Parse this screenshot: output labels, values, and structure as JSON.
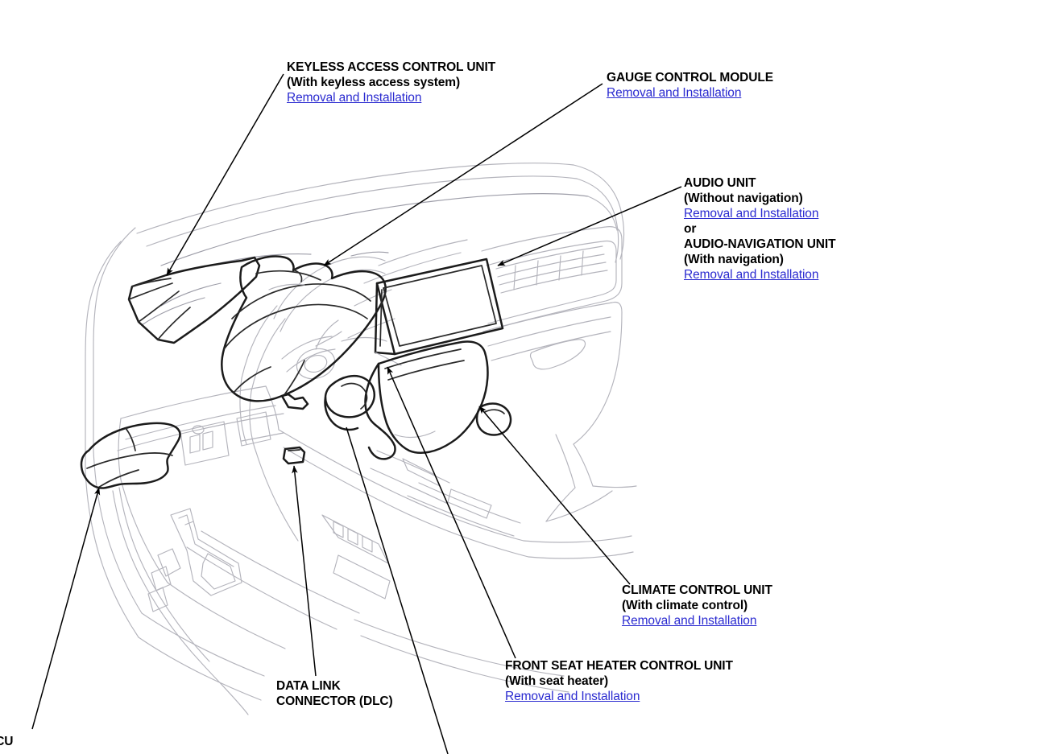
{
  "document": {
    "type": "service-manual-illustration",
    "subject": "Dashboard component locations"
  },
  "link_text": "Removal and Installation",
  "colors": {
    "text": "#000000",
    "link": "#2a2ad0",
    "outline_faint": "#b4b4bc",
    "outline_bold": "#1a1a1a",
    "background": "#ffffff"
  },
  "callouts": [
    {
      "id": "keyless-access-control-unit",
      "title": "KEYLESS ACCESS CONTROL UNIT",
      "sub": "(With keyless access system)",
      "link": "Removal and Installation",
      "conj": null,
      "title2": null,
      "sub2": null,
      "link2": null
    },
    {
      "id": "gauge-control-module",
      "title": "GAUGE CONTROL MODULE",
      "sub": null,
      "link": "Removal and Installation",
      "conj": null,
      "title2": null,
      "sub2": null,
      "link2": null
    },
    {
      "id": "audio-unit",
      "title": "AUDIO UNIT",
      "sub": "(Without navigation)",
      "link": "Removal and Installation",
      "conj": "or",
      "title2": "AUDIO-NAVIGATION UNIT",
      "sub2": "(With navigation)",
      "link2": "Removal and Installation"
    },
    {
      "id": "climate-control-unit",
      "title": "CLIMATE CONTROL UNIT",
      "sub": "(With climate control)",
      "link": "Removal and Installation",
      "conj": null,
      "title2": null,
      "sub2": null,
      "link2": null
    },
    {
      "id": "front-seat-heater-control-unit",
      "title": "FRONT SEAT HEATER CONTROL UNIT",
      "sub": "(With seat heater)",
      "link": "Removal and Installation",
      "conj": null,
      "title2": null,
      "sub2": null,
      "link2": null
    },
    {
      "id": "data-link-connector",
      "title": "DATA LINK",
      "sub_bold": "CONNECTOR (DLC)",
      "link": null,
      "conj": null,
      "title2": null,
      "sub2": null,
      "link2": null
    },
    {
      "id": "micu",
      "title": "ICU",
      "sub": null,
      "link": null,
      "conj": null,
      "title2": null,
      "sub2": null,
      "link2": null
    }
  ]
}
